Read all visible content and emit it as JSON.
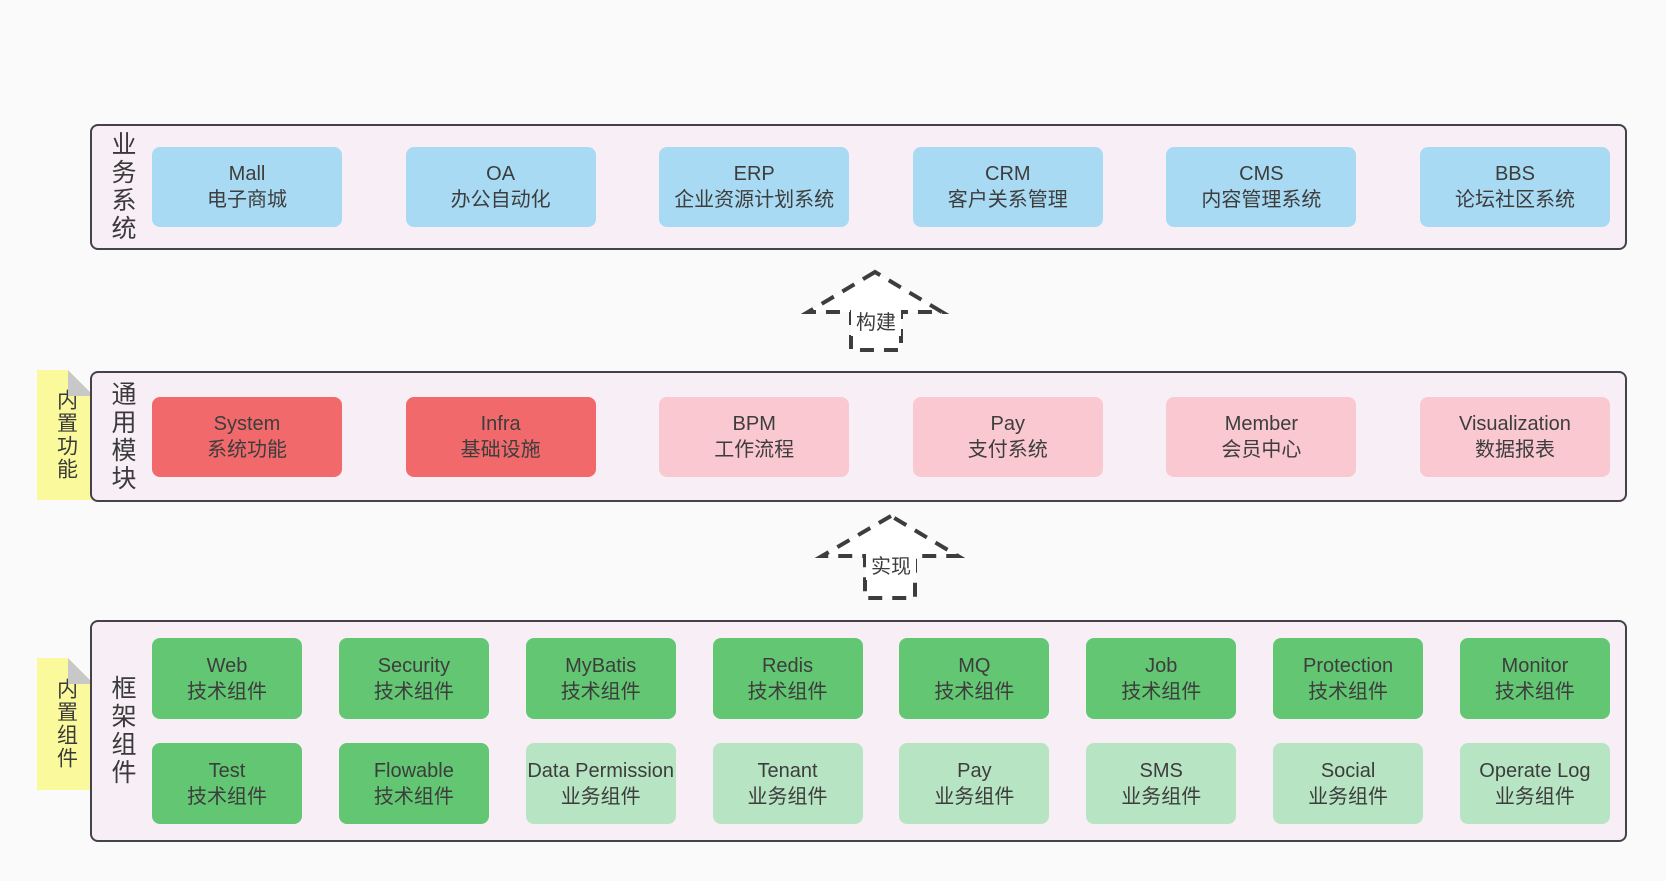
{
  "layers": {
    "business": {
      "label": "业务系统",
      "boxes": [
        {
          "title": "Mall",
          "subtitle": "电子商城",
          "color": "blue"
        },
        {
          "title": "OA",
          "subtitle": "办公自动化",
          "color": "blue"
        },
        {
          "title": "ERP",
          "subtitle": "企业资源计划系统",
          "color": "blue"
        },
        {
          "title": "CRM",
          "subtitle": "客户关系管理",
          "color": "blue"
        },
        {
          "title": "CMS",
          "subtitle": "内容管理系统",
          "color": "blue"
        },
        {
          "title": "BBS",
          "subtitle": "论坛社区系统",
          "color": "blue"
        }
      ]
    },
    "modules": {
      "label": "通用模块",
      "sticky": "内置功能",
      "boxes": [
        {
          "title": "System",
          "subtitle": "系统功能",
          "color": "red"
        },
        {
          "title": "Infra",
          "subtitle": "基础设施",
          "color": "red"
        },
        {
          "title": "BPM",
          "subtitle": "工作流程",
          "color": "pink"
        },
        {
          "title": "Pay",
          "subtitle": "支付系统",
          "color": "pink"
        },
        {
          "title": "Member",
          "subtitle": "会员中心",
          "color": "pink"
        },
        {
          "title": "Visualization",
          "subtitle": "数据报表",
          "color": "pink"
        }
      ]
    },
    "components": {
      "label": "框架组件",
      "sticky": "内置组件",
      "row1": [
        {
          "title": "Web",
          "subtitle": "技术组件",
          "color": "green"
        },
        {
          "title": "Security",
          "subtitle": "技术组件",
          "color": "green"
        },
        {
          "title": "MyBatis",
          "subtitle": "技术组件",
          "color": "green"
        },
        {
          "title": "Redis",
          "subtitle": "技术组件",
          "color": "green"
        },
        {
          "title": "MQ",
          "subtitle": "技术组件",
          "color": "green"
        },
        {
          "title": "Job",
          "subtitle": "技术组件",
          "color": "green"
        },
        {
          "title": "Protection",
          "subtitle": "技术组件",
          "color": "green"
        },
        {
          "title": "Monitor",
          "subtitle": "技术组件",
          "color": "green"
        }
      ],
      "row2": [
        {
          "title": "Test",
          "subtitle": "技术组件",
          "color": "green"
        },
        {
          "title": "Flowable",
          "subtitle": "技术组件",
          "color": "green"
        },
        {
          "title": "Data Permission",
          "subtitle": "业务组件",
          "color": "lightgreen"
        },
        {
          "title": "Tenant",
          "subtitle": "业务组件",
          "color": "lightgreen"
        },
        {
          "title": "Pay",
          "subtitle": "业务组件",
          "color": "lightgreen"
        },
        {
          "title": "SMS",
          "subtitle": "业务组件",
          "color": "lightgreen"
        },
        {
          "title": "Social",
          "subtitle": "业务组件",
          "color": "lightgreen"
        },
        {
          "title": "Operate Log",
          "subtitle": "业务组件",
          "color": "lightgreen"
        }
      ]
    }
  },
  "arrows": {
    "build": "构建",
    "implement": "实现"
  },
  "colors": {
    "blue": "#a8daf3",
    "red": "#f1696b",
    "pink": "#f9c8d1",
    "green": "#62c672",
    "lightgreen": "#b7e5c3",
    "container_bg": "#f8eef6",
    "sticky_yellow": "#fafa9c",
    "fold_gray": "#c8c8c8",
    "border": "#45424c",
    "page_bg": "#fafafa",
    "text": "#3d3d3d"
  }
}
